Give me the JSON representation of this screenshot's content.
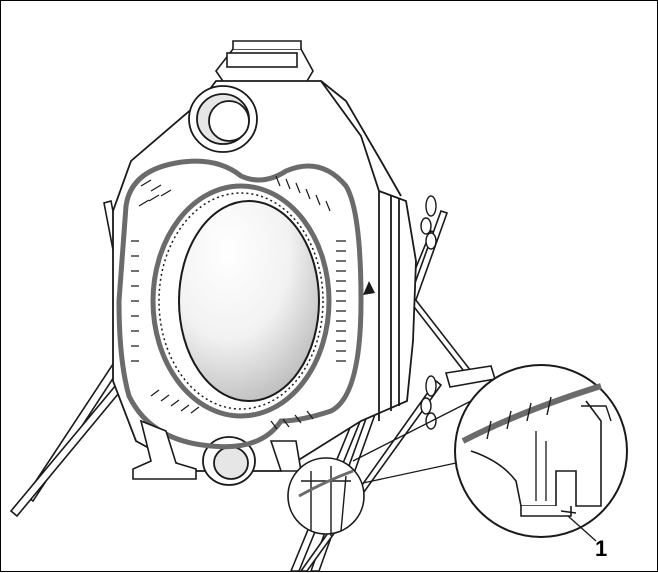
{
  "figure": {
    "callouts": [
      {
        "label": "1",
        "target": "mounting-foot"
      }
    ],
    "colors": {
      "line": "#1a1a1a",
      "gasket": "#6b6b6b",
      "fill": "#ffffff",
      "opening_shade": "#d9d9d9"
    },
    "icons": [
      "heat-exchanger-block",
      "gasket-seal",
      "support-stand",
      "detail-magnifier"
    ]
  }
}
